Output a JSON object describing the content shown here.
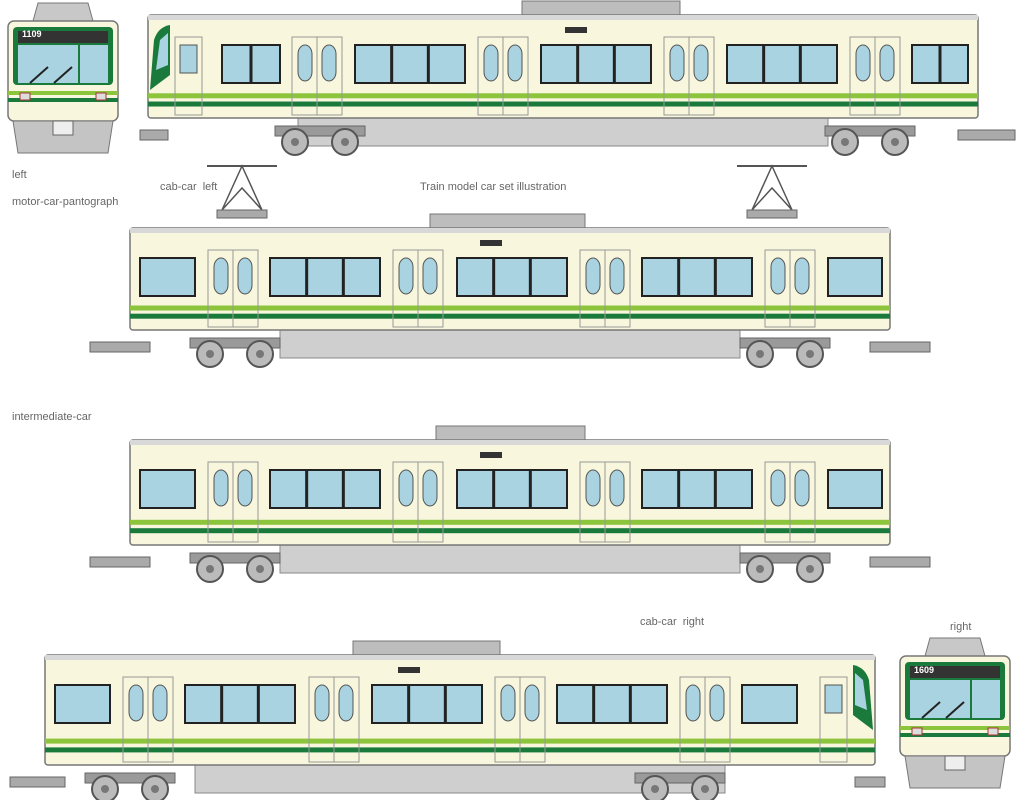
{
  "title": "Train model car set illustration",
  "front_views": [
    {
      "number": "1109",
      "position": "left"
    },
    {
      "number": "1609",
      "position": "right"
    }
  ],
  "cars": [
    {
      "type": "cab-car",
      "cab": "left"
    },
    {
      "type": "motor-car-pantograph"
    },
    {
      "type": "intermediate-car"
    },
    {
      "type": "cab-car",
      "cab": "right"
    }
  ],
  "colors": {
    "body": "#f8f6dc",
    "window": "#a9d3e0",
    "stripe_light": "#8cc43c",
    "stripe_dark": "#1a7a3c",
    "underframe": "#a8a8a8",
    "outline": "#777777"
  }
}
